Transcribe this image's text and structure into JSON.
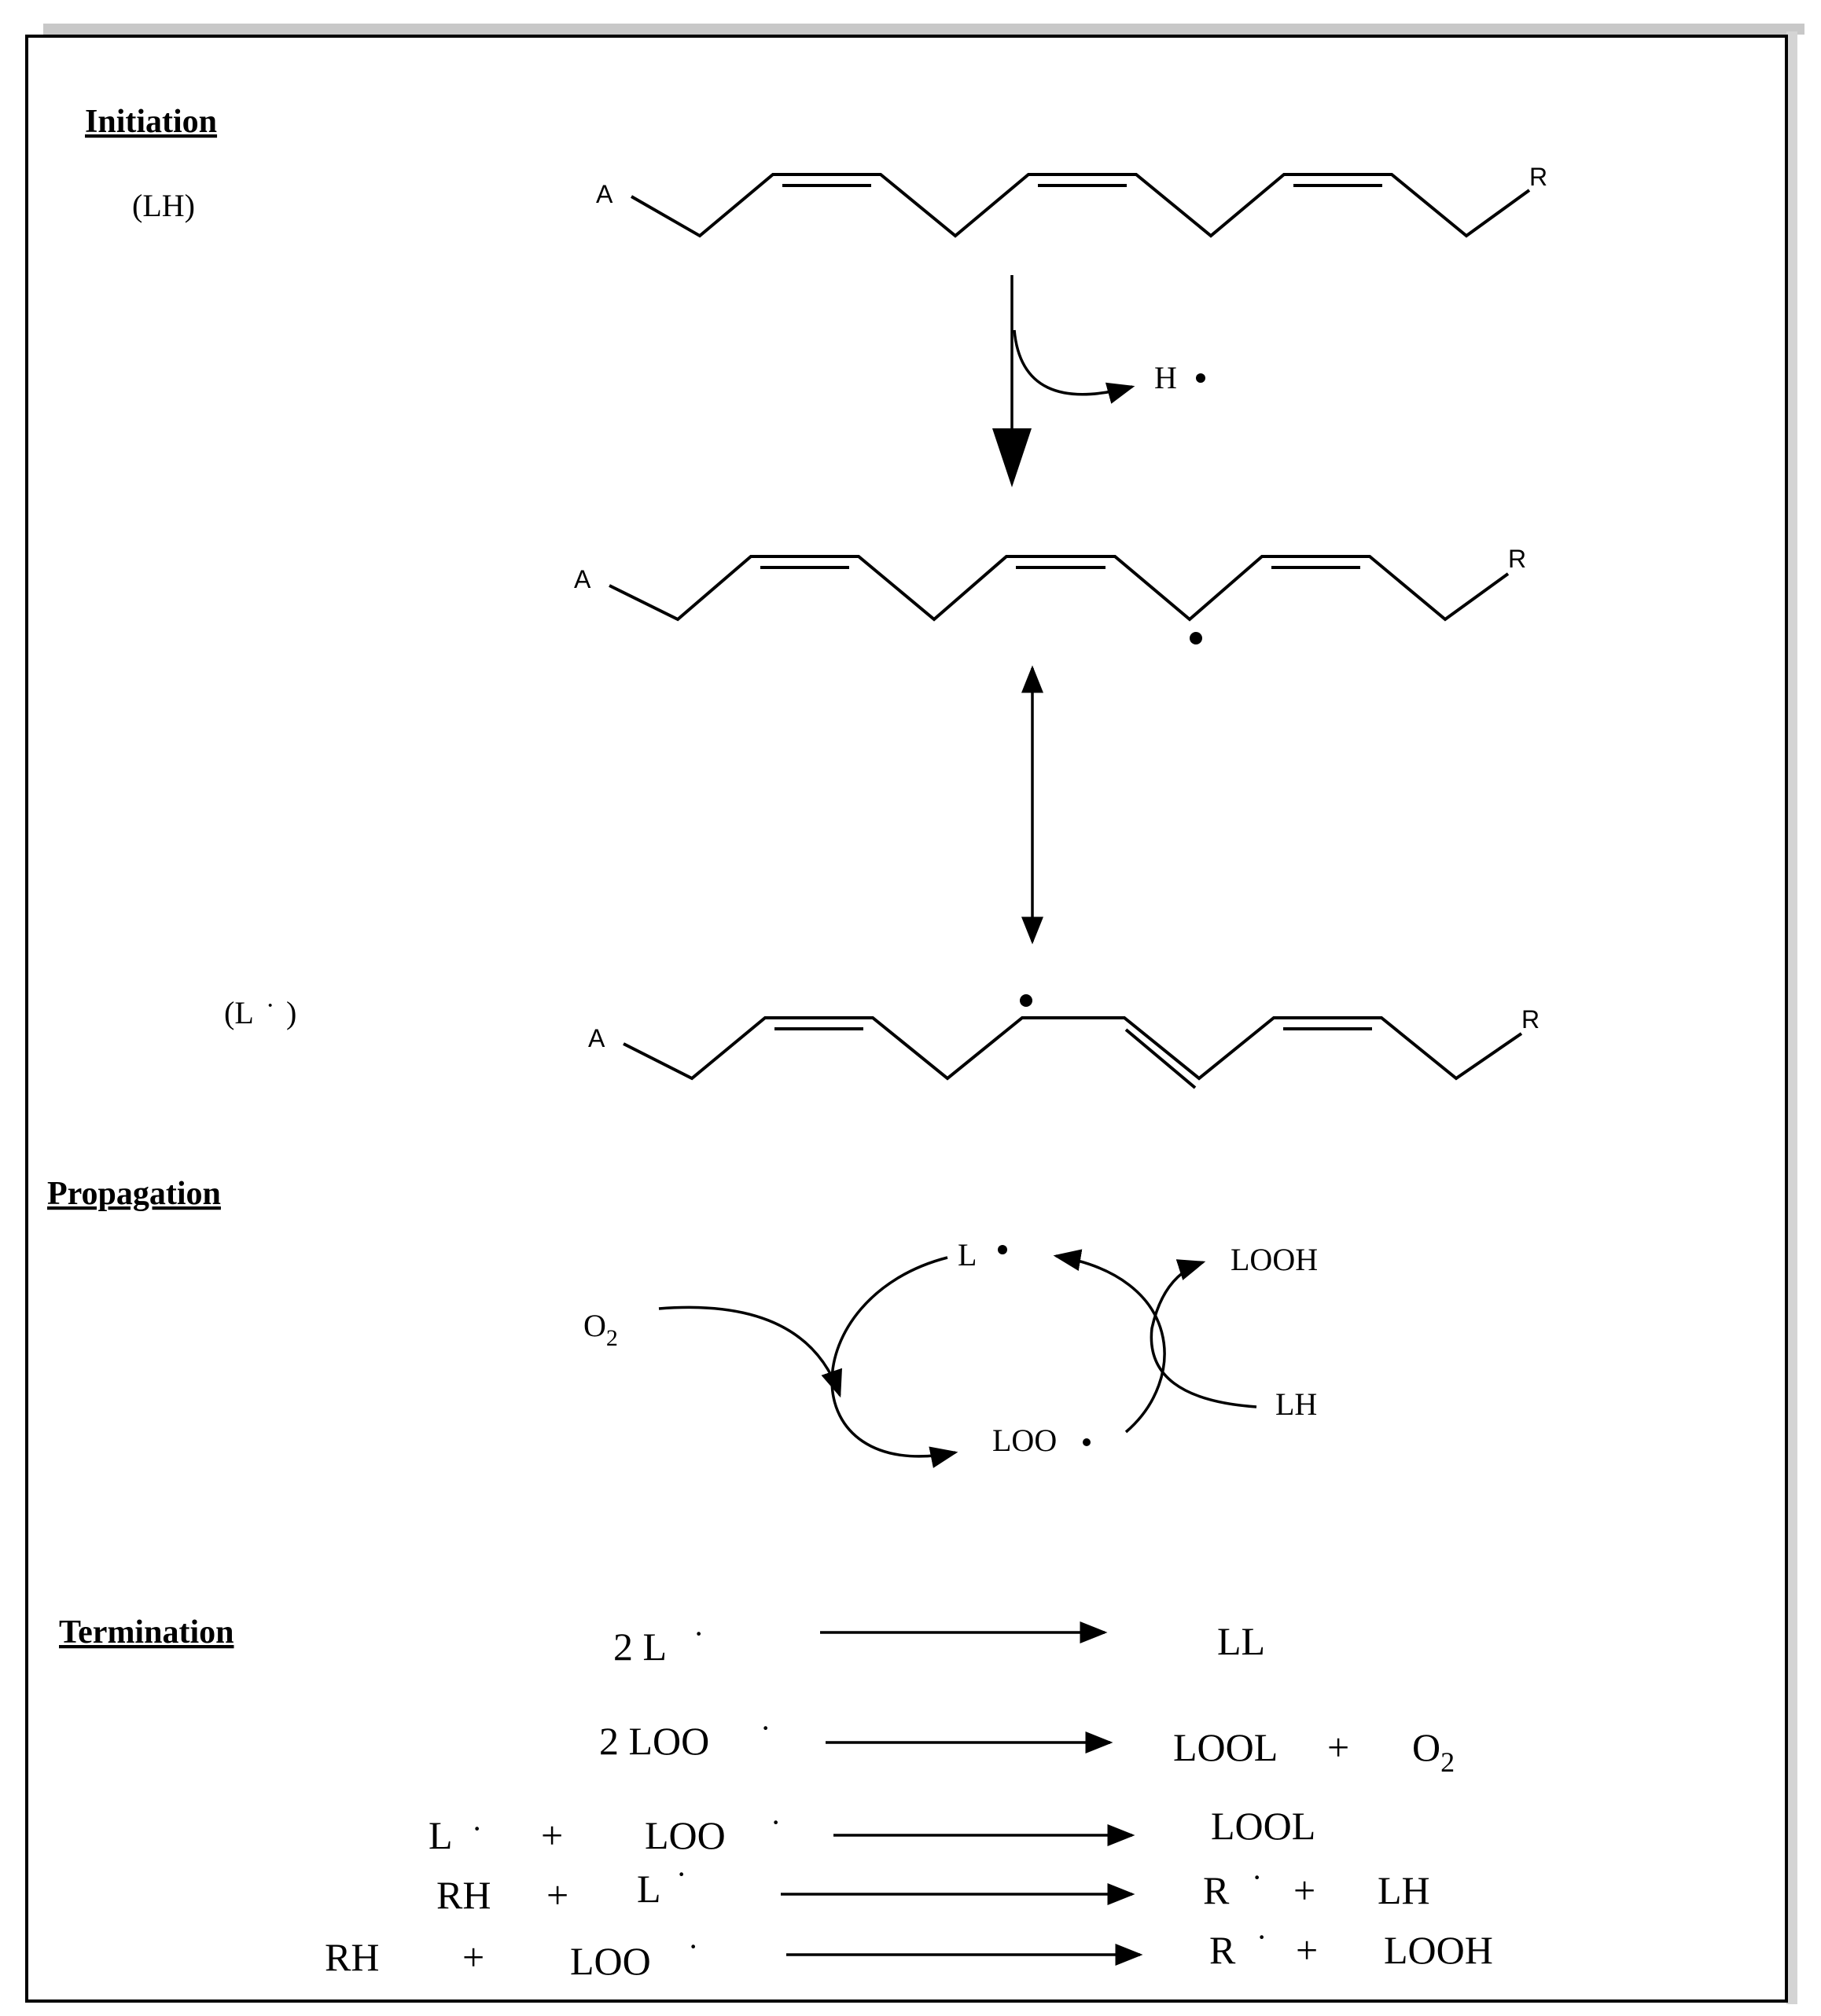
{
  "sections": {
    "initiation": "Initiation",
    "propagation": "Propagation",
    "termination": "Termination"
  },
  "labels": {
    "lh_label": "(LH)",
    "l_radical_label": "(L",
    "l_radical_close": ")",
    "radical_dot": "·",
    "h_radical": "H",
    "end_a": "A",
    "end_r": "R"
  },
  "propagation": {
    "o2": "O",
    "o2_sub": "2",
    "l_rad": "L",
    "loo_rad": "LOO",
    "looh": "LOOH",
    "lh": "LH"
  },
  "termination": [
    {
      "left_a": "2 L",
      "left_a_dot": "·",
      "plus": "",
      "left_b": "",
      "left_b_dot": "",
      "right": "LL",
      "right_plus": "",
      "right_b": "",
      "right_b_sub": ""
    },
    {
      "left_a": "2 LOO",
      "left_a_dot": "·",
      "plus": "",
      "left_b": "",
      "left_b_dot": "",
      "right": "LOOL",
      "right_plus": "+",
      "right_b": "O",
      "right_b_sub": "2"
    },
    {
      "left_a": "L",
      "left_a_dot": "·",
      "plus": "+",
      "left_b": "LOO",
      "left_b_dot": "·",
      "right": "LOOL",
      "right_plus": "",
      "right_b": "",
      "right_b_sub": ""
    },
    {
      "left_a": "RH",
      "left_a_dot": "",
      "plus": "+",
      "left_b": "L",
      "left_b_dot": "·",
      "right": "R",
      "right_dot": "·",
      "right_plus": "+",
      "right_b": "LH",
      "right_b_sub": ""
    },
    {
      "left_a": "RH",
      "left_a_dot": "",
      "plus": "+",
      "left_b": "LOO",
      "left_b_dot": "·",
      "right": "R",
      "right_dot": "·",
      "right_plus": "+",
      "right_b": "LOOH",
      "right_b_sub": ""
    }
  ]
}
